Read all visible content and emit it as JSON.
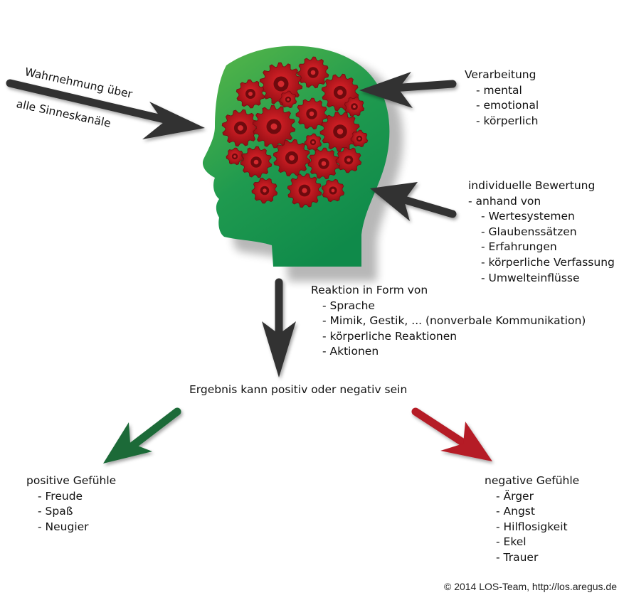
{
  "input": {
    "line1": "Wahrnehmung über",
    "line2": "alle Sinneskanäle"
  },
  "processing": {
    "title": "Verarbeitung",
    "items": [
      "- mental",
      "- emotional",
      "- körperlich"
    ]
  },
  "evaluation": {
    "title": "individuelle Bewertung",
    "subtitle": "- anhand von",
    "items": [
      "- Wertesystemen",
      "- Glaubenssätzen",
      "- Erfahrungen",
      "- körperliche Verfassung",
      "- Umwelteinflüsse"
    ]
  },
  "reaction": {
    "title": "Reaktion in Form von",
    "items": [
      "- Sprache",
      "- Mimik, Gestik, ... (nonverbale Kommunikation)",
      "- körperliche Reaktionen",
      "- Aktionen"
    ]
  },
  "result": "Ergebnis kann positiv oder negativ sein",
  "positive": {
    "title": "positive Gefühle",
    "items": [
      "- Freude",
      "- Spaß",
      "- Neugier"
    ]
  },
  "negative": {
    "title": "negative Gefühle",
    "items": [
      "- Ärger",
      "- Angst",
      "- Hilflosigkeit",
      "- Ekel",
      "- Trauer"
    ]
  },
  "copyright": "© 2014 LOS-Team, http://los.aregus.de",
  "colors": {
    "head_light": "#5ab848",
    "head_dark": "#138a4c",
    "gear": "#b5141b",
    "arrow_dark": "#333333",
    "arrow_green": "#1b6b37",
    "arrow_red": "#b51a25"
  }
}
